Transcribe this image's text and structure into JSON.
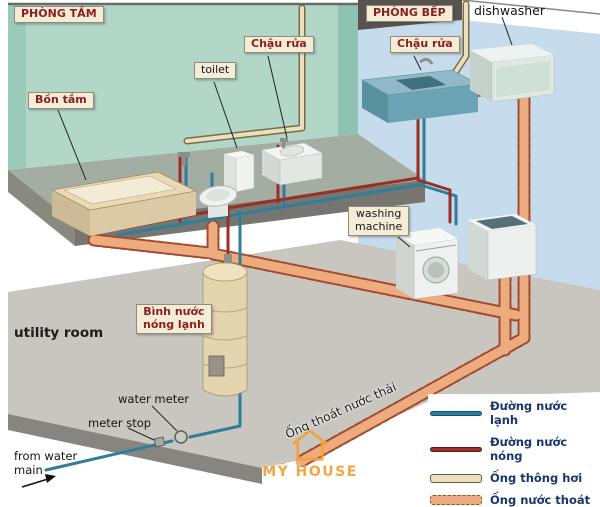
{
  "labels": {
    "bathroom": "PHÒNG TẮM",
    "bathtub": "Bồn tắm",
    "bathroom_sink": "Chậu rửa",
    "toilet": "toilet",
    "kitchen": "PHÒNG BẾP",
    "kitchen_sink": "Chậu rửa",
    "dishwasher": "dishwasher",
    "washing_machine": "washing\nmachine",
    "utility_room": "utility room",
    "water_heater": "Bình nước\nnóng lạnh",
    "water_meter": "water meter",
    "meter_stop": "meter stop",
    "from_water_main": "from water\nmain",
    "waste_drain": "Ống thoát nước thải"
  },
  "legend": {
    "items": [
      {
        "label": "Đường nước lạnh",
        "kind": "cold-water-line",
        "color": "#2e7d9a"
      },
      {
        "label": "Đường nước nóng",
        "kind": "hot-water-line",
        "color": "#9a2f26"
      },
      {
        "label": "Ống thông hơi",
        "kind": "vent-pipe",
        "color": "#e9e0bd"
      },
      {
        "label": "Ống nước thoát",
        "kind": "drain-pipe",
        "color": "#edab80"
      }
    ]
  },
  "watermark": {
    "text": "MỸ HOUSE",
    "color": "#f2a33c"
  },
  "colors": {
    "cold_water": "#2e7d9a",
    "hot_water": "#9a2f26",
    "vent_pipe": "#e9e0bd",
    "drain_pipe": "#edab80",
    "bathroom_wall": "#b2d7c9",
    "kitchen_wall": "#c6dbeb",
    "label_box_bg": "#f4ecd6",
    "label_text_red": "#8a1f1f",
    "legend_text": "#17366b"
  }
}
